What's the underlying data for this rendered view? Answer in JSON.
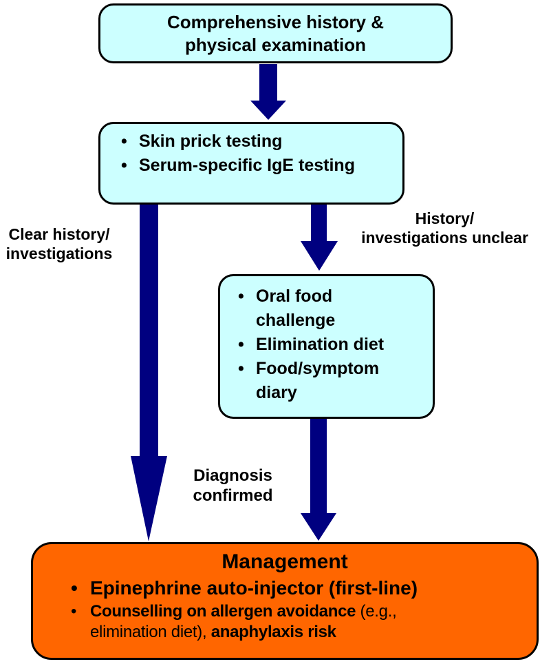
{
  "colors": {
    "box_fill": "#CCFFFF",
    "management_fill": "#FF6600",
    "arrow": "#000080",
    "border": "#000000",
    "background": "#FFFFFF",
    "text": "#000000"
  },
  "diagram": {
    "top_box": {
      "text": "Comprehensive history &\nphysical examination"
    },
    "testing_box": {
      "items": [
        "Skin prick testing",
        "Serum-specific IgE testing"
      ]
    },
    "further_box": {
      "items": [
        "Oral food challenge",
        "Elimination diet",
        "Food/symptom diary"
      ]
    },
    "labels": {
      "clear": "Clear history/\ninvestigations",
      "unclear": "History/\ninvestigations unclear",
      "diagnosis": "Diagnosis\nconfirmed"
    },
    "management_box": {
      "title": "Management",
      "bullet1": "Epinephrine auto-injector (first-line)",
      "bullet2_bold1": "Counselling on allergen avoidance",
      "bullet2_regular": " (e.g., elimination diet), ",
      "bullet2_bold2": "anaphylaxis risk"
    }
  }
}
